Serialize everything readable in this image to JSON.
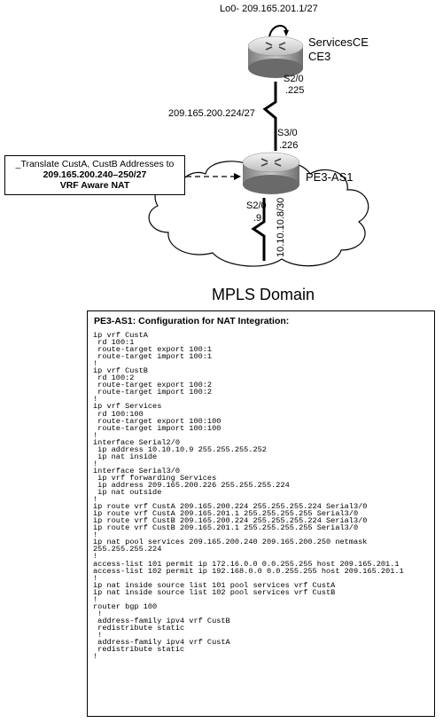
{
  "diagram": {
    "loopback_label": "Lo0- 209.165.201.1/27",
    "services_ce": {
      "name": "ServicesCE",
      "id": "CE3",
      "interface": "S2/0",
      "address": ".225"
    },
    "link_subnet_upper": "209.165.200.224/27",
    "pe": {
      "name": "PE3-AS1",
      "upper_interface": "S3/0",
      "upper_address": ".226",
      "lower_interface": "S2/0",
      "lower_address": ".9"
    },
    "link_subnet_lower": "10.10.10.8/30",
    "cloud_label": "MPLS Domain",
    "nat_box": {
      "line1": "_Translate CustA, CustB Addresses to",
      "line2": "209.165.200.240–250/27",
      "line3": "VRF Aware NAT"
    }
  },
  "config": {
    "title": "PE3-AS1: Configuration for NAT Integration:",
    "lines": [
      "ip vrf CustA",
      " rd 100:1",
      " route-target export 100:1",
      " route-target import 100:1",
      "!",
      "ip vrf CustB",
      " rd 100:2",
      " route-target export 100:2",
      " route-target import 100:2",
      "!",
      "ip vrf Services",
      " rd 100:100",
      " route-target export 100:100",
      " route-target import 100:100",
      "!",
      "interface Serial2/0",
      " ip address 10.10.10.9 255.255.255.252",
      " ip nat inside",
      "!",
      "interface Serial3/0",
      " ip vrf forwarding Services",
      " ip address 209.165.200.226 255.255.255.224",
      " ip nat outside",
      "!",
      "ip route vrf CustA 209.165.200.224 255.255.255.224 Serial3/0",
      "ip route vrf CustA 209.165.201.1 255.255.255.255 Serial3/0",
      "ip route vrf CustB 209.165.200.224 255.255.255.224 Serial3/0",
      "ip route vrf CustB 209.165.201.1 255.255.255.255 Serial3/0",
      "!",
      "ip nat pool services 209.165.200.240 209.165.200.250 netmask",
      "255.255.255.224",
      "!",
      "access-list 101 permit ip 172.16.0.0 0.0.255.255 host 209.165.201.1",
      "access-list 102 permit ip 192.168.0.0 0.0.255.255 host 209.165.201.1",
      "!",
      "ip nat inside source list 101 pool services vrf CustA",
      "ip nat inside source list 102 pool services vrf CustB",
      "!",
      "router bgp 100",
      " !",
      " address-family ipv4 vrf CustB",
      " redistribute static",
      " !",
      " address-family ipv4 vrf CustA",
      " redistribute static",
      "!"
    ]
  }
}
